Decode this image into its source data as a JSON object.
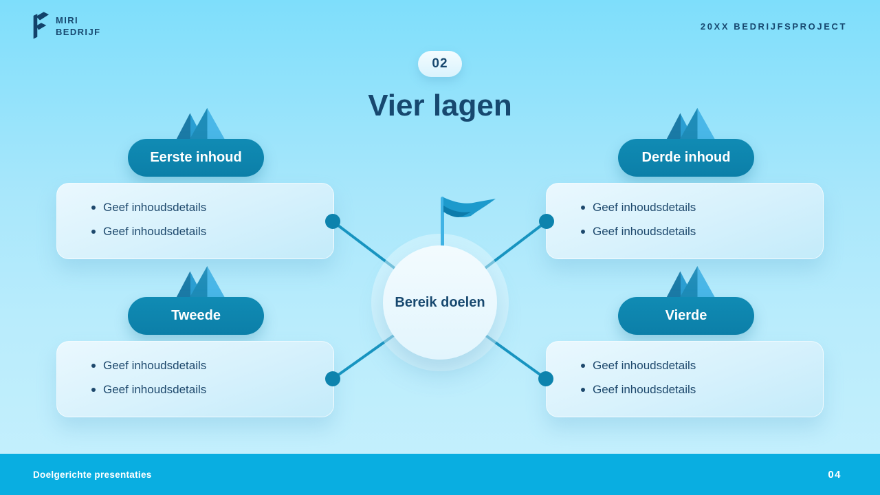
{
  "header": {
    "logo_line1": "MIRI",
    "logo_line2": "BEDRIJF",
    "project_label": "20XX BEDRIJFSPROJECT"
  },
  "slide": {
    "section_number": "02",
    "title": "Vier lagen",
    "center_label": "Bereik doelen"
  },
  "layers": [
    {
      "label": "Eerste inhoud",
      "bullets": [
        "Geef inhoudsdetails",
        "Geef inhoudsdetails"
      ],
      "position": "top-left"
    },
    {
      "label": "Tweede",
      "bullets": [
        "Geef inhoudsdetails",
        "Geef inhoudsdetails"
      ],
      "position": "bottom-left"
    },
    {
      "label": "Derde inhoud",
      "bullets": [
        "Geef inhoudsdetails",
        "Geef inhoudsdetails"
      ],
      "position": "top-right"
    },
    {
      "label": "Vierde",
      "bullets": [
        "Geef inhoudsdetails",
        "Geef inhoudsdetails"
      ],
      "position": "bottom-right"
    }
  ],
  "footer": {
    "left_text": "Doelgerichte presentaties",
    "page_number": "04"
  },
  "colors": {
    "navy": "#17486f",
    "teal": "#0e86ae",
    "cyan": "#09aee1",
    "line": "#1794c0",
    "dot": "#0d83ad",
    "bg-top": "#7edefb",
    "bg-bottom": "#c6f0fd"
  }
}
